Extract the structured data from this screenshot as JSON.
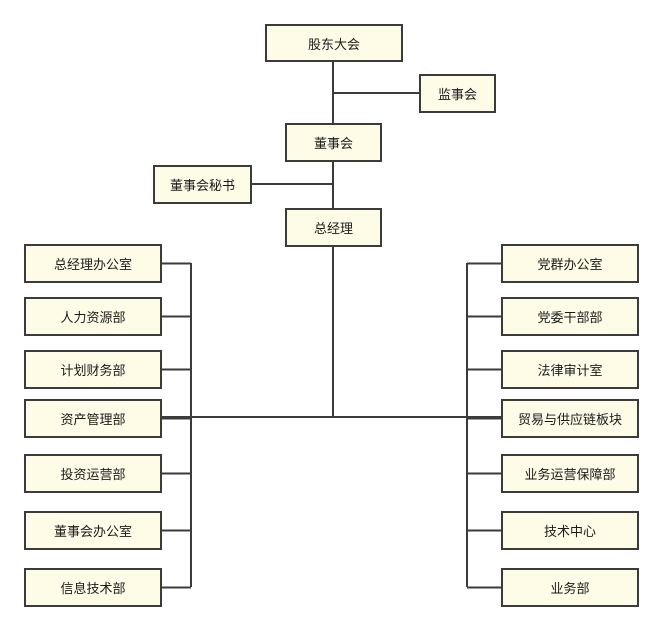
{
  "org": {
    "shareholders": "股东大会",
    "supervisors": "监事会",
    "board": "董事会",
    "board_secretary": "董事会秘书",
    "general_manager": "总经理",
    "left_departments": [
      "总经理办公室",
      "人力资源部",
      "计划财务部",
      "资产管理部",
      "投资运营部",
      "董事会办公室",
      "信息技术部"
    ],
    "right_departments": [
      "党群办公室",
      "党委干部部",
      "法律审计室",
      "贸易与供应链板块",
      "业务运营保障部",
      "技术中心",
      "业务部"
    ]
  }
}
